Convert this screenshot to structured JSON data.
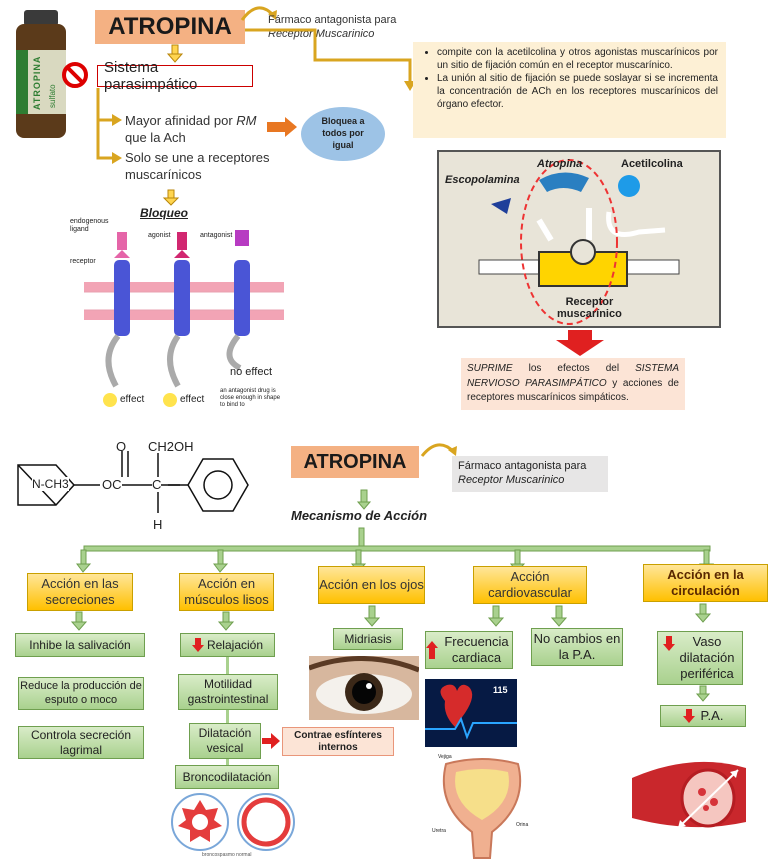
{
  "top": {
    "title": "ATROPINA",
    "subtitle_line1": "Fármaco antagonista para",
    "subtitle_line2": "Receptor Muscarinico",
    "bottle_label": "ATROPINA",
    "bottle_sublabel": "sulfato",
    "parasympathetic": "Sistema parasimpático",
    "affinity_line1": "Mayor afinidad por ",
    "affinity_rm": "RM",
    "affinity_line2": "que la Ach",
    "blocks_bubble": "Bloquea a todos por igual",
    "only_receptors": "Solo se une a receptores muscarínicos",
    "bullet1": "compite con la acetilcolina y otros agonistas muscarínicos por un sitio de fijación común en el receptor muscarínico.",
    "bullet2": "La unión al sitio de fijación se puede soslayar si se incrementa la concentración de ACh en los receptores muscarínicos del órgano efector.",
    "blockade_label": "Bloqueo",
    "membrane_labels": {
      "endogenous": "endogenous ligand",
      "agonist": "agonist",
      "antagonist": "antagonist",
      "receptor": "receptor",
      "effect1": "effect",
      "effect2": "effect",
      "noeffect": "no effect",
      "caption": "an antagonist drug is close enough in shape to bind to"
    },
    "receptor_diagram": {
      "escopolamina": "Escopolamina",
      "atropina": "Atropina",
      "acetilcolina": "Acetilcolina",
      "receptor_line1": "Receptor",
      "receptor_line2": "muscarínico"
    },
    "suppress_text_1": "SUPRIME",
    "suppress_text_2": " los efectos del ",
    "suppress_text_3": "SISTEMA NERVIOSO PARASIMPÁTICO",
    "suppress_text_4": " y acciones de receptores muscarínicos simpáticos."
  },
  "structure": {
    "o": "O",
    "ch2oh": "CH2OH",
    "nch3": "N-CH3",
    "oc": "OC",
    "c": "C",
    "h": "H"
  },
  "bottom": {
    "title": "ATROPINA",
    "subtitle_line1": "Fármaco antagonista para",
    "subtitle_line2": "Receptor Muscarinico",
    "mechanism": "Mecanismo de Acción",
    "secreciones": {
      "header": "Acción en las secreciones",
      "items": [
        "Inhibe la salivación",
        "Reduce la producción de esputo o moco",
        "Controla secreción lagrimal"
      ]
    },
    "musculos": {
      "header": "Acción en músculos lisos",
      "items": [
        "Relajación",
        "Motilidad gastrointestinal",
        "Dilatación vesical",
        "Broncodilatación"
      ],
      "side_box": "Contrae esfínteres internos",
      "image_caption": "broncospasmo  normal"
    },
    "ojos": {
      "header": "Acción en los ojos",
      "items": [
        "Midriasis"
      ]
    },
    "cardio": {
      "header": "Acción cardiovascular",
      "items": [
        "Frecuencia cardiaca",
        "No cambios en la P.A."
      ],
      "monitor_value": "115",
      "bladder_labels": [
        "Vejiga",
        "Uretra",
        "Orina"
      ]
    },
    "circulacion": {
      "header": "Acción en la circulación",
      "items": [
        "Vaso dilatación periférica",
        "P.A."
      ]
    }
  },
  "colors": {
    "title_bg": "#f4b183",
    "arrow_gold": "#d9a520",
    "green_box": "#a9d18e",
    "yellow_box": "#ffc000",
    "beige_box": "#fdf0d5",
    "red_arrow": "#e02020",
    "bubble_blue": "#9dc3e6"
  }
}
